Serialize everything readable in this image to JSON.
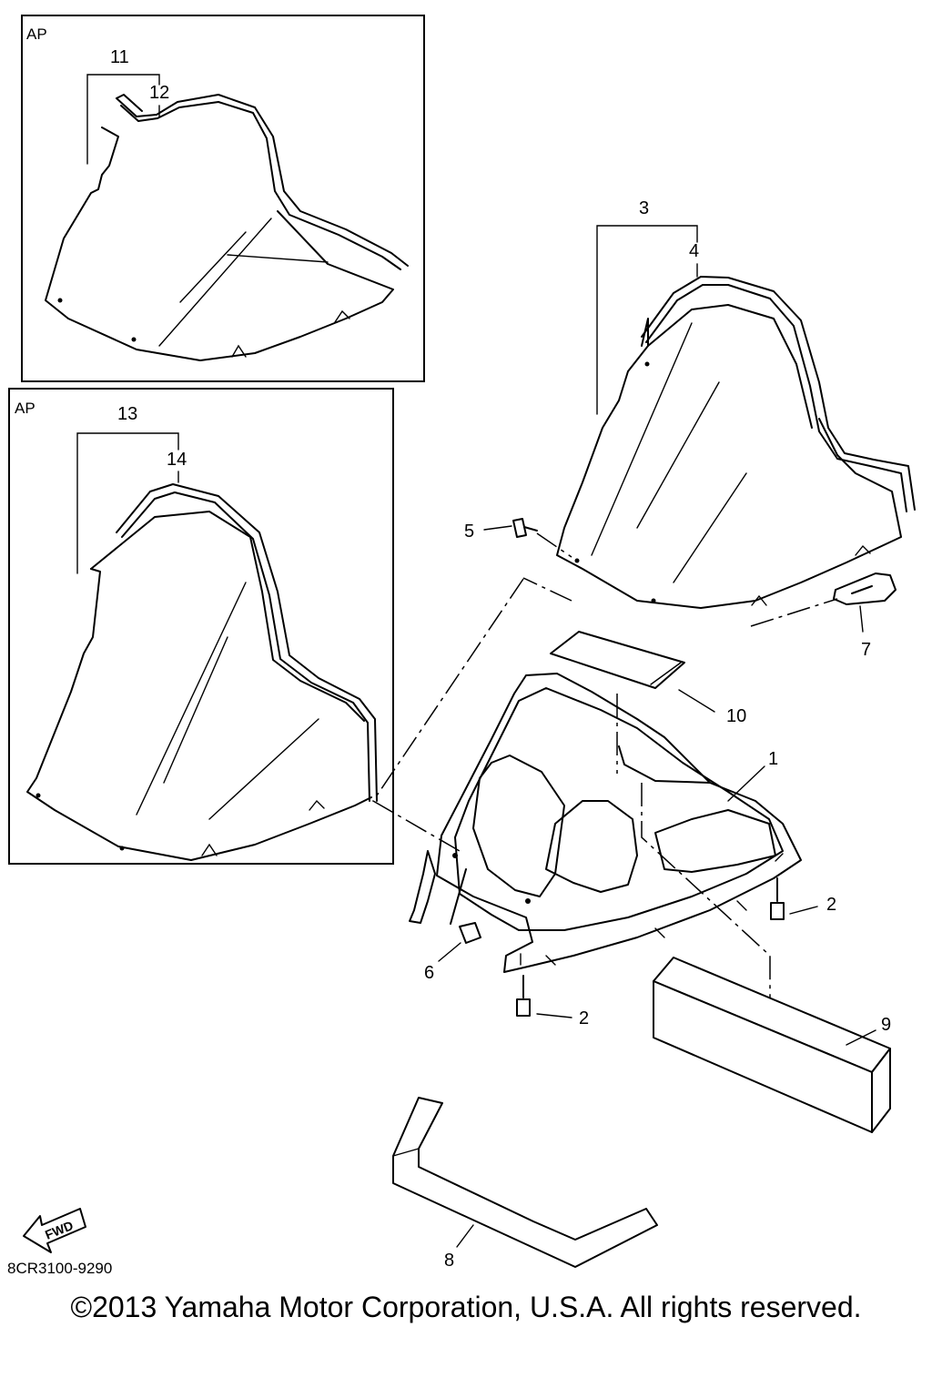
{
  "inset_top": {
    "tag": "AP",
    "labels": {
      "p11": "11",
      "p12": "12"
    }
  },
  "inset_bottom": {
    "tag": "AP",
    "labels": {
      "p13": "13",
      "p14": "14"
    }
  },
  "main": {
    "labels": {
      "p1": "1",
      "p2a": "2",
      "p2b": "2",
      "p3": "3",
      "p4": "4",
      "p5": "5",
      "p6": "6",
      "p7": "7",
      "p8": "8",
      "p9": "9",
      "p10": "10"
    }
  },
  "fwd_label": "FWD",
  "diagram_code": "8CR3100-9290",
  "copyright": "©2013 Yamaha Motor Corporation, U.S.A. All rights reserved."
}
